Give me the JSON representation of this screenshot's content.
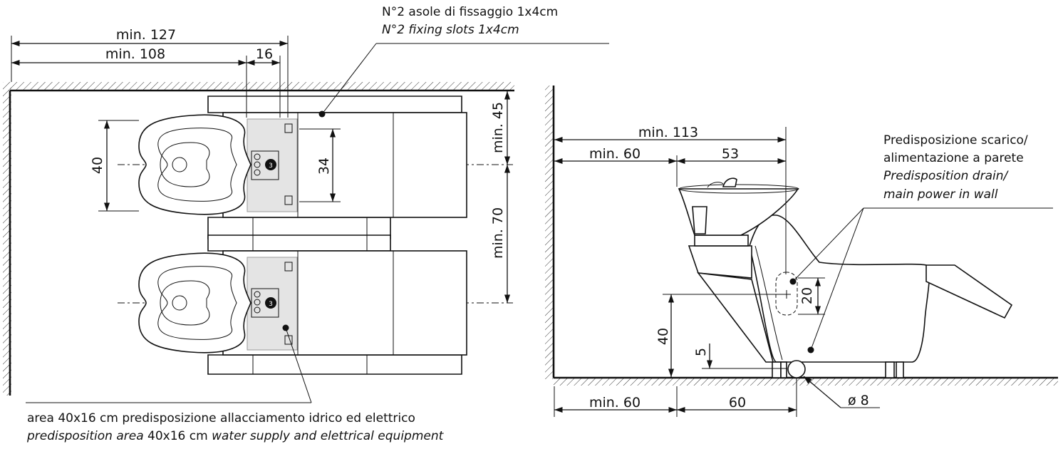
{
  "top_view": {
    "dims": {
      "min127": "min. 127",
      "min108": "min. 108",
      "d16": "16",
      "d40": "40",
      "d34": "34",
      "min45": "min. 45",
      "min70": "min. 70"
    },
    "fixing_note_it": "N°2 asole di fissaggio 1x4cm",
    "fixing_note_en": "N°2 fixing slots 1x4cm",
    "area_note_it": "area 40x16 cm predisposizione allacciamento idrico ed elettrico",
    "area_note_en_1": "predisposition area",
    "area_note_en_2": " 40x16 cm ",
    "area_note_en_3": "water supply and elettrical equipment",
    "panel_label": "3"
  },
  "side_view": {
    "dims": {
      "min113": "min. 113",
      "min60_top": "min. 60",
      "d53": "53",
      "d20": "20",
      "d40": "40",
      "d5": "5",
      "min60_bottom": "min. 60",
      "d60": "60",
      "dia8": "ø 8"
    },
    "wall_note_it_1": "Predisposizione scarico/",
    "wall_note_it_2": "alimentazione a parete",
    "wall_note_en_1": "Predisposition drain/",
    "wall_note_en_2": "main power in wall"
  }
}
